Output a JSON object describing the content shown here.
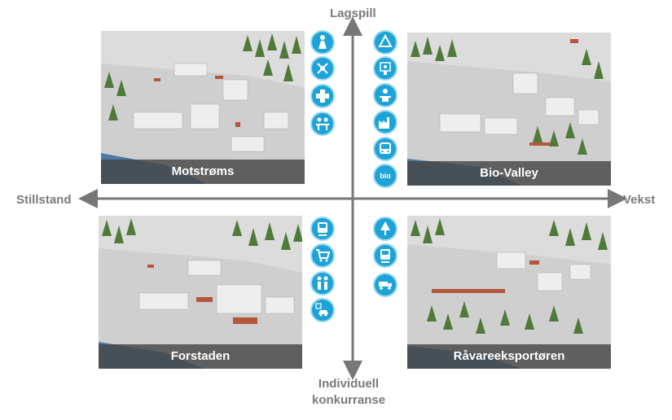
{
  "axes": {
    "top": "Lagspill",
    "bottom_line1": "Individuell",
    "bottom_line2": "konkurranse",
    "left": "Stillstand",
    "right": "Vekst"
  },
  "scenarios": {
    "top_left": "Motstrøms",
    "top_right": "Bio-Valley",
    "bottom_left": "Forstaden",
    "bottom_right": "Råvareeksportøren"
  },
  "icons": {
    "top_left": [
      "rescue-worker-icon",
      "drone-icon",
      "medical-cross-icon",
      "care-worker-icon"
    ],
    "top_right": [
      "recycle-icon",
      "lab-worker-icon",
      "office-worker-icon",
      "factory-icon",
      "bus-icon",
      "bio-drop-icon"
    ],
    "bottom_left": [
      "train-icon",
      "shopping-cart-icon",
      "elderly-couple-icon",
      "parking-car-icon"
    ],
    "bottom_right": [
      "tree-icon",
      "train-icon",
      "timber-truck-icon"
    ],
    "bio_label": "bio"
  },
  "colors": {
    "axis": "#777777",
    "icon": "#1ea3d8",
    "caption_bg": "#464646"
  }
}
